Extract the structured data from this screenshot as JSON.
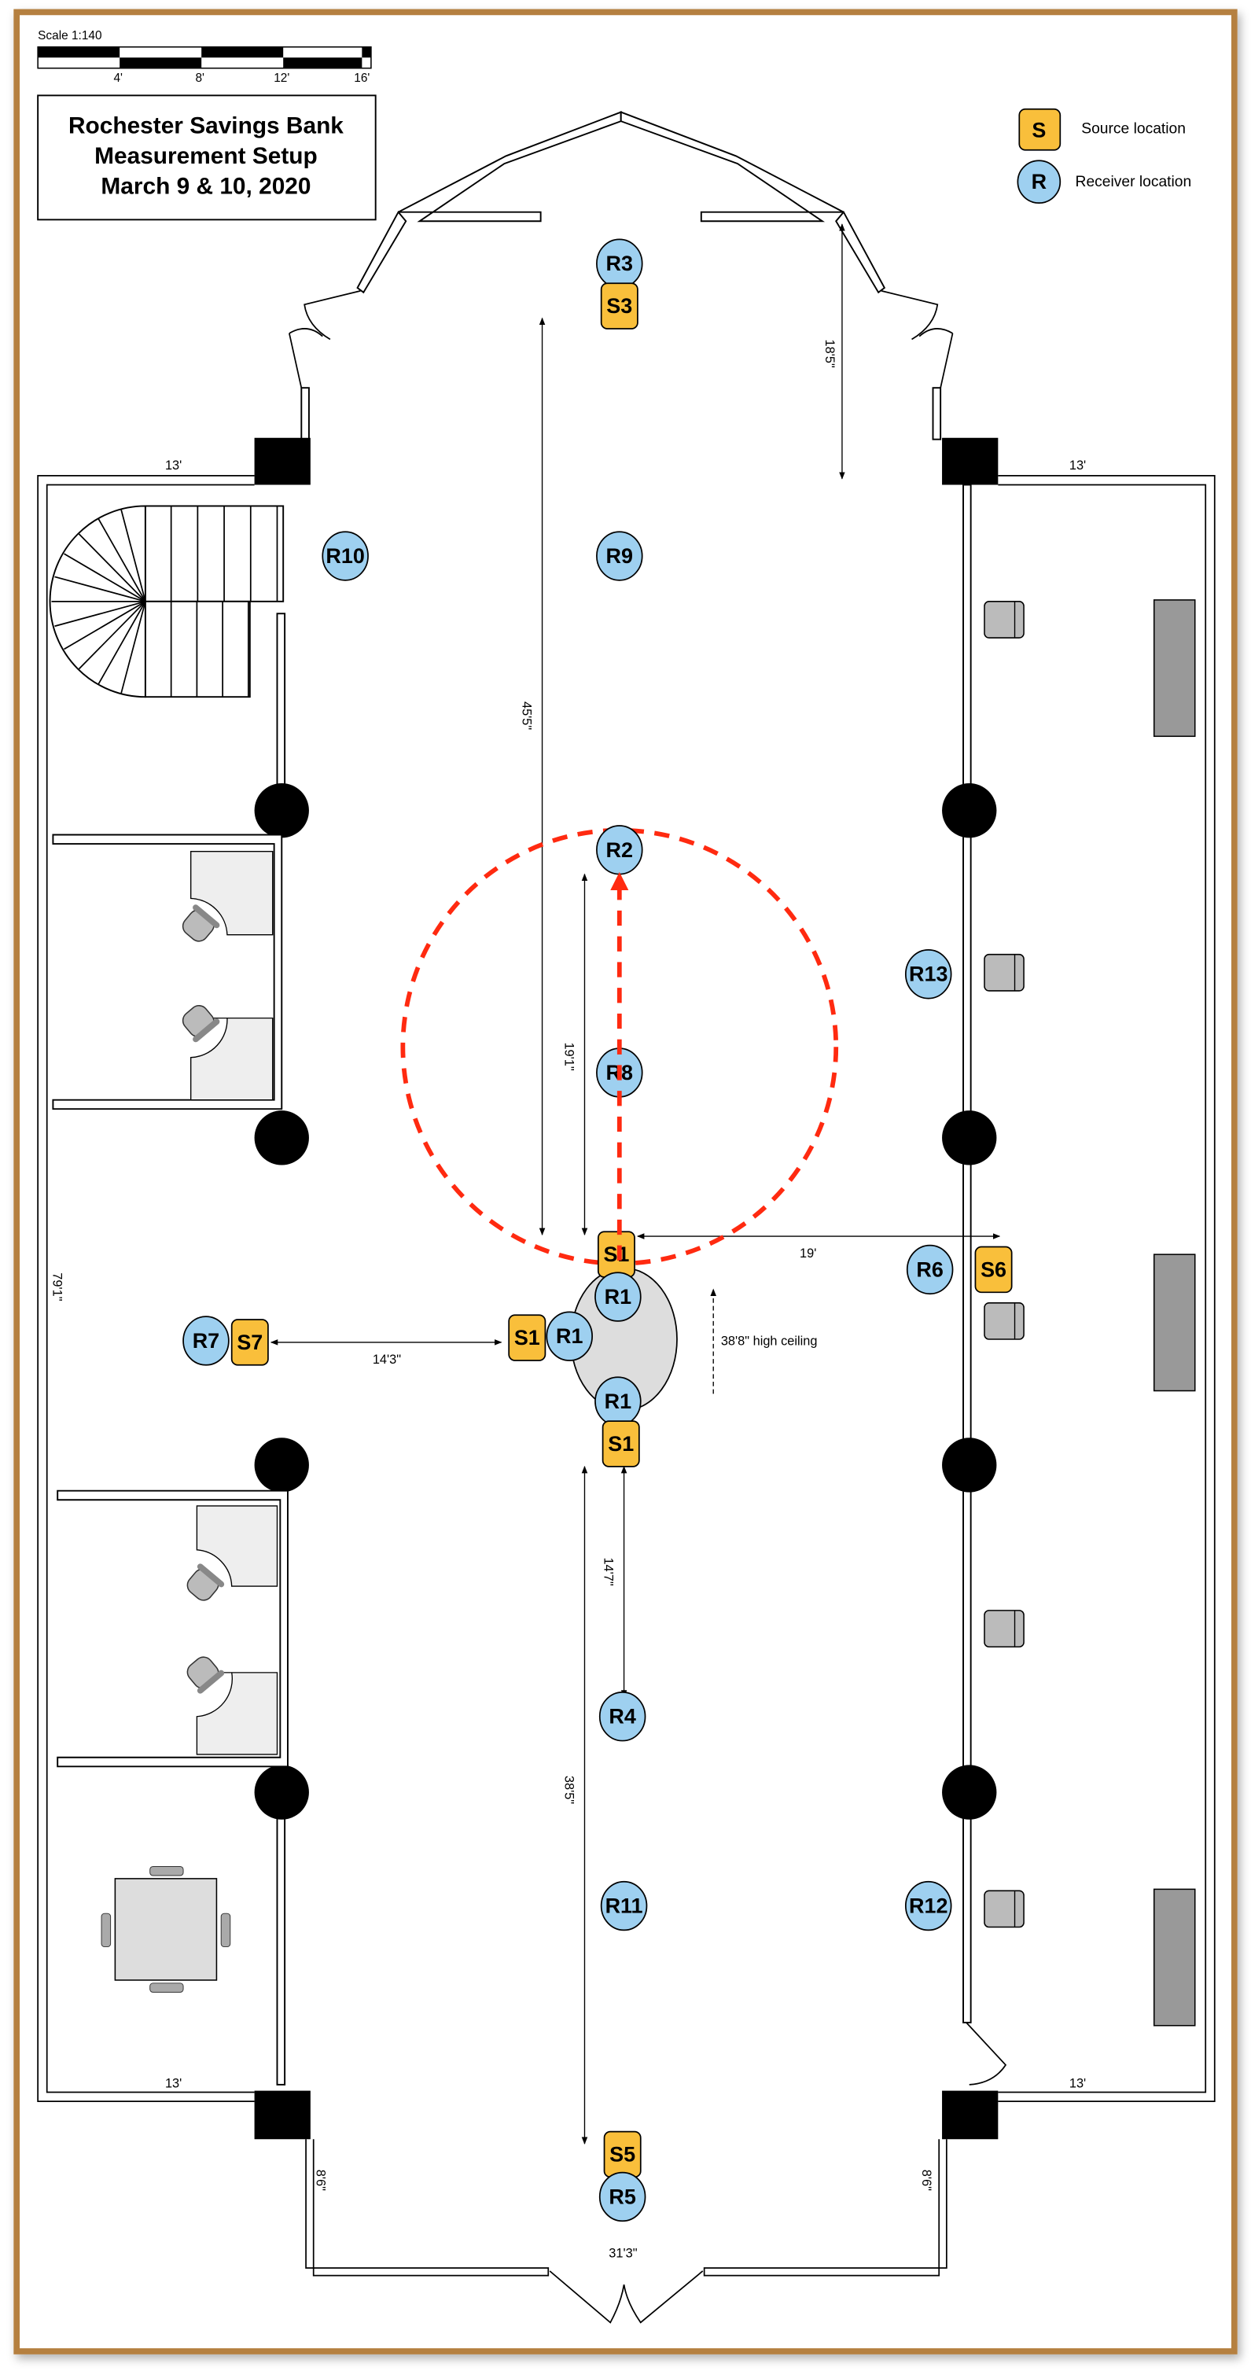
{
  "scale": {
    "label": "Scale 1:140",
    "ticks": [
      "4'",
      "8'",
      "12'",
      "16'"
    ]
  },
  "title": {
    "line1": "Rochester Savings Bank",
    "line2": "Measurement Setup",
    "line3": "March 9 & 10, 2020"
  },
  "legend": {
    "source_symbol": "S",
    "source_label": "Source location",
    "receiver_symbol": "R",
    "receiver_label": "Receiver location"
  },
  "colors": {
    "source": "#F9BF3B",
    "receiver": "#9ED0F0",
    "path": "#FF2A10",
    "frame": "#B5803F"
  },
  "markers": [
    {
      "type": "receiver",
      "label": "R3"
    },
    {
      "type": "source",
      "label": "S3"
    },
    {
      "type": "receiver",
      "label": "R10"
    },
    {
      "type": "receiver",
      "label": "R9"
    },
    {
      "type": "receiver",
      "label": "R2"
    },
    {
      "type": "receiver",
      "label": "R13"
    },
    {
      "type": "receiver",
      "label": "R8"
    },
    {
      "type": "source",
      "label": "S1"
    },
    {
      "type": "receiver",
      "label": "R1"
    },
    {
      "type": "source",
      "label": "S1"
    },
    {
      "type": "receiver",
      "label": "R1"
    },
    {
      "type": "receiver",
      "label": "R1"
    },
    {
      "type": "source",
      "label": "S1"
    },
    {
      "type": "receiver",
      "label": "R7"
    },
    {
      "type": "source",
      "label": "S7"
    },
    {
      "type": "receiver",
      "label": "R6"
    },
    {
      "type": "source",
      "label": "S6"
    },
    {
      "type": "receiver",
      "label": "R4"
    },
    {
      "type": "receiver",
      "label": "R11"
    },
    {
      "type": "receiver",
      "label": "R12"
    },
    {
      "type": "source",
      "label": "S5"
    },
    {
      "type": "receiver",
      "label": "R5"
    }
  ],
  "dimensions": {
    "d45_5": "45'5\"",
    "d18_5": "18'5\"",
    "d19_1": "19'1\"",
    "d19": "19'",
    "d14_3": "14'3\"",
    "ceiling": "38'8\" high ceiling",
    "d14_7": "14'7\"",
    "d38_5": "38'5\"",
    "d8_6_left": "8'6\"",
    "d8_6_right": "8'6\"",
    "d31_3": "31'3\"",
    "d79_1": "79'1\"",
    "d13_tl": "13'",
    "d13_tr": "13'",
    "d13_bl": "13'",
    "d13_br": "13'"
  }
}
